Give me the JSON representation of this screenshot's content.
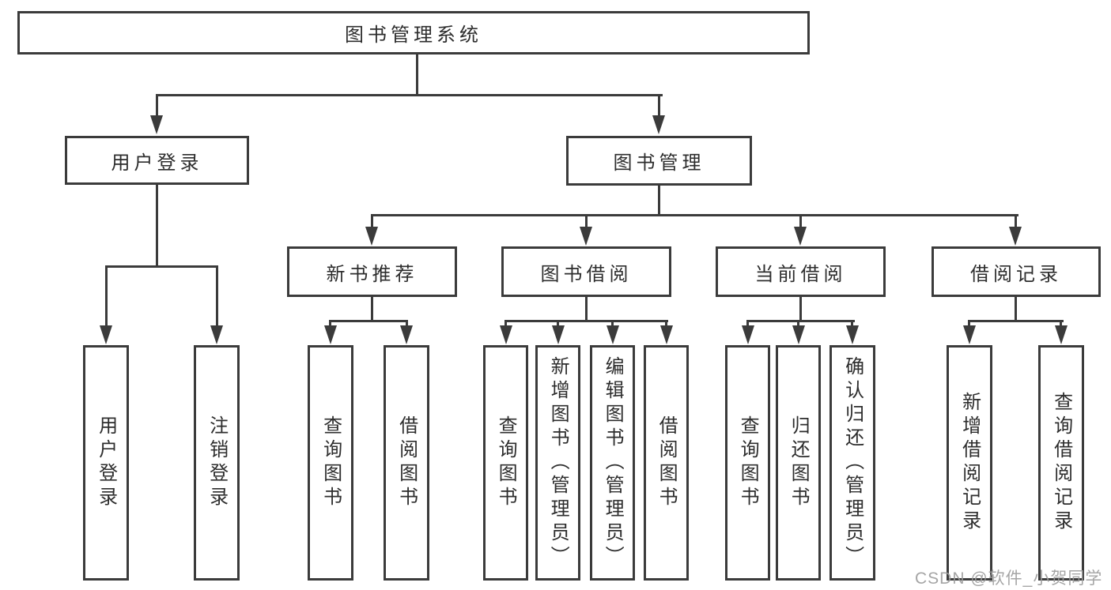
{
  "diagram": {
    "root": "图书管理系统",
    "level2": {
      "user_login": "用户登录",
      "book_mgmt": "图书管理"
    },
    "level3": {
      "new_books": "新书推荐",
      "book_borrow": "图书借阅",
      "current_borrow": "当前借阅",
      "borrow_records": "借阅记录"
    },
    "leaves": {
      "login": [
        "用户登录",
        "注销登录"
      ],
      "new_books": [
        "查询图书",
        "借阅图书"
      ],
      "book_borrow": [
        "查询图书",
        "新增图书（管理员）",
        "编辑图书（管理员）",
        "借阅图书"
      ],
      "current_borrow": [
        "查询图书",
        "归还图书",
        "确认归还（管理员）"
      ],
      "borrow_records": [
        "新增借阅记录",
        "查询借阅记录"
      ]
    }
  },
  "watermark": "CSDN @软件_小贺同学",
  "colors": {
    "line": "#3b3b3b",
    "text": "#2d2d2d",
    "background": "#ffffff",
    "watermark": "#9b9b9b"
  }
}
